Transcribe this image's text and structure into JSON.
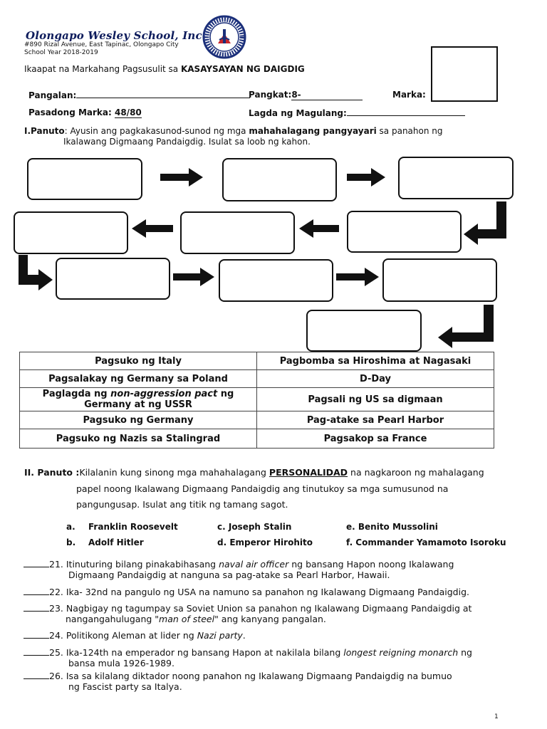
{
  "header": {
    "school_name": "Olongapo Wesley School, Inc.",
    "address": "#890 Rizal Avenue, East Tapinac, Olongapo City",
    "school_year": "School Year 2018-2019",
    "exam_prefix": "Ikaapat na Markahang Pagsusulit sa ",
    "exam_subject": "KASAYSAYAN NG DAIGDIG",
    "seal_text": "OLONGAPO WESLEY SCHOOL"
  },
  "fields": {
    "name_label": "Pangalan:",
    "section_label": "Pangkat:",
    "section_value": "8-",
    "grade_label": "Marka:",
    "passing_label": "Pasadong Marka:",
    "passing_value": "48/80",
    "parent_sig_label": "Lagda ng Magulang:"
  },
  "part1": {
    "label": "I.Panuto",
    "text_a": ": Ayusin ang pagkakasunod-sunod ng mga ",
    "text_bold": "mahahalagang pangyayari",
    "text_b": " sa panahon ng",
    "text_line2": "Ikalawang Digmaang Pandaigdig. Isulat sa loob ng kahon."
  },
  "choices": [
    [
      "Pagsuko ng Italy",
      "Pagbomba sa Hiroshima at Nagasaki"
    ],
    [
      "Pagsalakay ng Germany sa Poland",
      "D-Day"
    ],
    [
      "Paglagda ng ",
      "Pagsali ng US sa digmaan"
    ],
    [
      "Pagsuko ng Germany",
      "Pag-atake sa Pearl Harbor"
    ],
    [
      "Pagsuko ng Nazis sa Stalingrad",
      "Pagsakop sa France"
    ]
  ],
  "choice_special": {
    "italic": "non-aggression pact",
    "after": " ng",
    "line2": "Germany at ng USSR"
  },
  "part2": {
    "label": "II. Panuto :",
    "text_a": "Kilalanin kung sinong mga mahahalagang ",
    "text_u": "PERSONALIDAD",
    "text_b": " na nagkaroon ng mahalagang",
    "line2": "papel noong Ikalawang Digmaang Pandaigdig ang tinutukoy sa mga sumusunod na",
    "line3": "pangungusap. Isulat ang titik ng tamang sagot."
  },
  "options": {
    "a_letter": "a.",
    "a_name": "Franklin Roosevelt",
    "b_letter": "b.",
    "b_name": "Adolf Hitler",
    "c": "c. Joseph Stalin",
    "d": "d. Emperor Hirohito",
    "e": "e. Benito Mussolini",
    "f": "f. Commander Yamamoto Isoroku"
  },
  "questions": [
    {
      "num": "21.",
      "l1a": "  Itinuturing bilang pinakabihasang ",
      "l1i": "naval air officer",
      "l1b": " ng bansang Hapon noong Ikalawang",
      "l2": "Digmaang Pandaigdig at nanguna sa pag-atake sa Pearl Harbor, Hawaii."
    },
    {
      "num": "22.",
      "l1a": " Ika- 32nd na pangulo ng USA na namuno sa panahon ng Ikalawang Digmaang Pandaigdig.",
      "l1i": "",
      "l1b": "",
      "l2": ""
    },
    {
      "num": "23.",
      "l1a": " Nagbigay ng tagumpay sa Soviet Union sa panahon ng Ikalawang Digmaang Pandaigdig at",
      "l1i": "",
      "l1b": "",
      "l2a": "nangangahulugang \"",
      "l2i": "man of steel",
      "l2b": "\" ang kanyang pangalan."
    },
    {
      "num": "24.",
      "l1a": "  Politikong Aleman at lider ng ",
      "l1i": "Nazi party",
      "l1b": ".",
      "l2": ""
    },
    {
      "num": "25.",
      "l1a": "  Ika-124th na emperador ng bansang Hapon at nakilala bilang ",
      "l1i": "longest reigning monarch",
      "l1b": " ng",
      "l2": "bansa mula 1926-1989."
    },
    {
      "num": "26.",
      "l1a": " Isa sa kilalang diktador noong panahon ng Ikalawang Digmaang Pandaigdig na bumuo",
      "l1i": "",
      "l1b": "",
      "l2": "ng Fascist party sa Italya."
    }
  ],
  "page_number": "1"
}
